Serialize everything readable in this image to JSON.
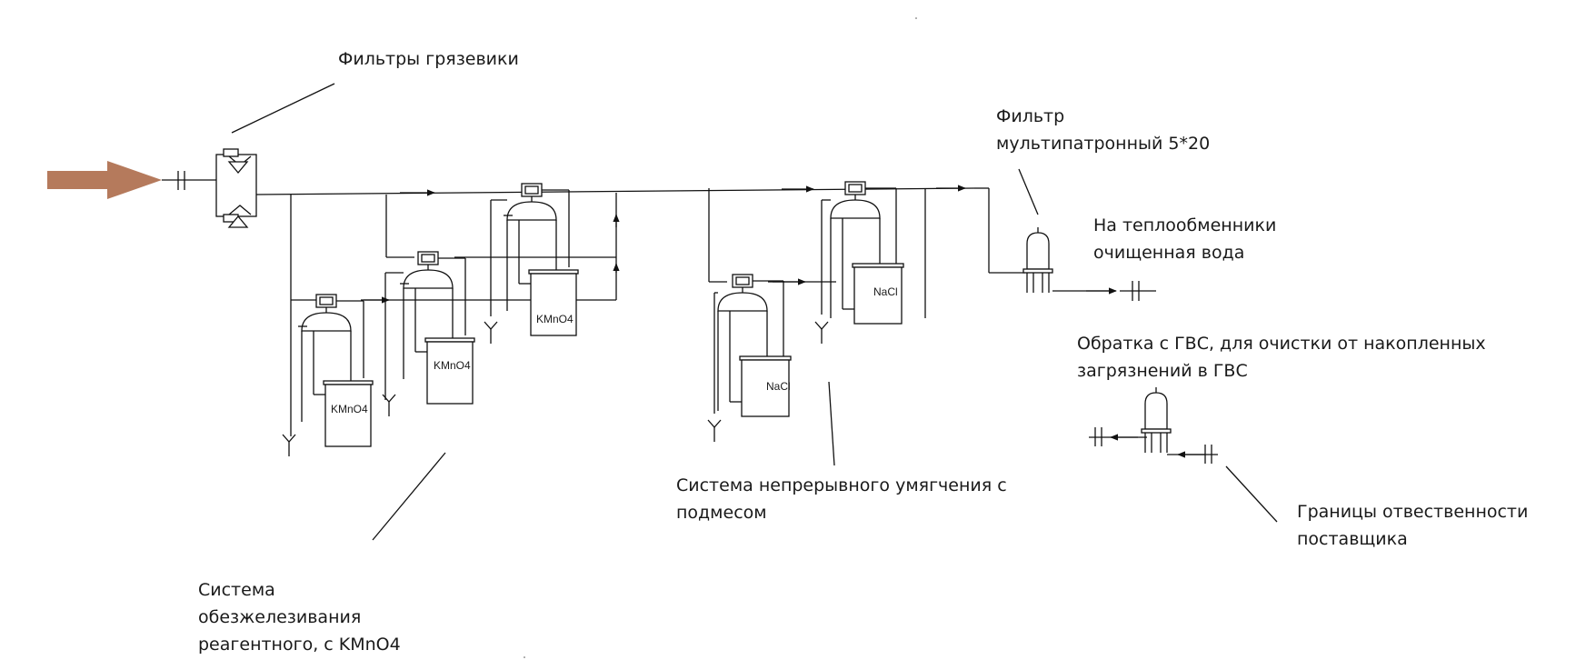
{
  "colors": {
    "inlet_arrow": "#b57a5c",
    "line": "#111111",
    "text": "#1a1a1a"
  },
  "labels": {
    "mud_filters": "Фильтры грязевики",
    "iron_removal": [
      "Система",
      "обезжелезивания",
      "реагентного, с KMnO4"
    ],
    "softening": [
      "Система непрерывного умягчения с",
      "подмесом"
    ],
    "multicartridge_filter": [
      "Фильтр",
      "мультипатронный 5*20"
    ],
    "to_heat_exchangers": [
      "На теплообменники",
      "очищенная вода"
    ],
    "dhw_return": [
      "Обратка с ГВС, для очистки от накопленных",
      "загрязнений в ГВС"
    ],
    "supplier_boundaries": [
      "Границы отвественности",
      "поставщика"
    ]
  },
  "tanks": {
    "kmno4": "KMnO4",
    "nacl": "NaCl"
  }
}
